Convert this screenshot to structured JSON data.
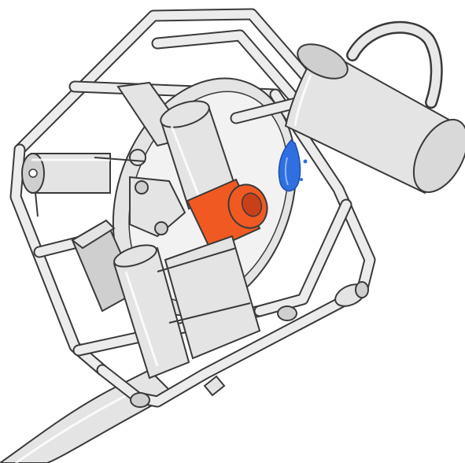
{
  "figure": {
    "description_text": "",
    "colors": {
      "metal": "#e4e4e4",
      "outline": "#3a3a3a",
      "highlight_part": "#f05a22",
      "highlight_part_dark": "#c8401a",
      "water": "#2f6fe0",
      "water_dark": "#1f4fb0"
    },
    "parts": [
      "tubular-cage-frame",
      "disc-housing",
      "cylindrical-motor",
      "orange-coupling",
      "side-cylinder",
      "control-box",
      "gear-bracket",
      "lower-canisters",
      "pitcher",
      "water-splash",
      "pipe-base"
    ]
  }
}
